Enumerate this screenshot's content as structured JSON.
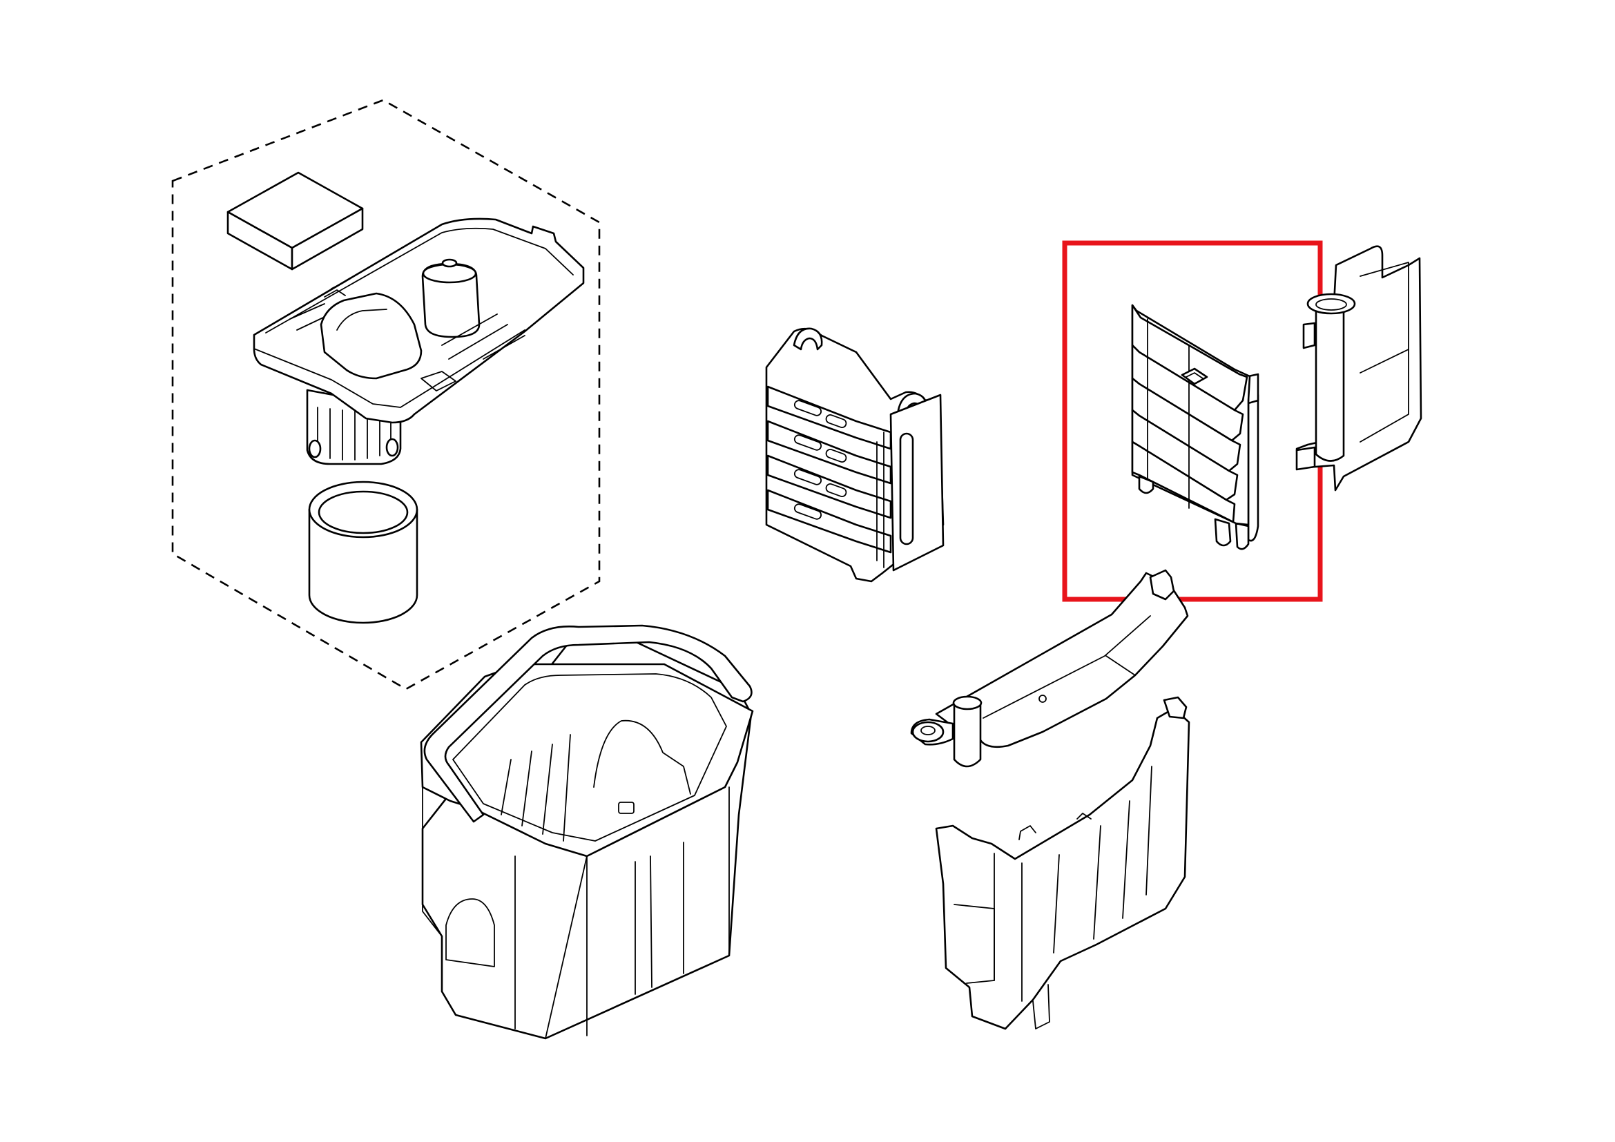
{
  "highlight": {
    "color": "#e8141b"
  },
  "line_color": "#000000",
  "parts": [
    {
      "name": "motor-head-kit",
      "icon": "motor-head-icon"
    },
    {
      "name": "foam-filter-pad",
      "icon": "foam-pad-icon"
    },
    {
      "name": "cartridge-filter",
      "icon": "cylinder-filter-icon"
    },
    {
      "name": "pleated-filter-cage",
      "icon": "pleated-cage-icon"
    },
    {
      "name": "louvered-grille",
      "icon": "louver-grille-icon",
      "highlighted": true
    },
    {
      "name": "tube-bracket",
      "icon": "tube-bracket-icon"
    },
    {
      "name": "collection-tank",
      "icon": "tank-icon"
    },
    {
      "name": "float-arm",
      "icon": "float-arm-icon"
    },
    {
      "name": "inner-tank-liner",
      "icon": "tank-liner-icon"
    }
  ]
}
